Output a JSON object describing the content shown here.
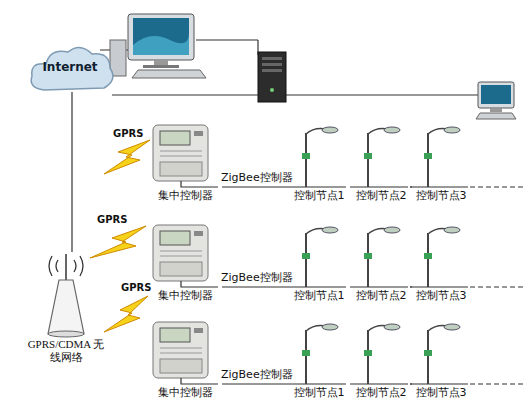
{
  "diagram": {
    "nodes": [
      {
        "text": [
          "Internet"
        ]
      },
      {
        "text": [
          "集中控制器"
        ]
      },
      {
        "text": [
          "控制节点1"
        ]
      },
      {
        "text": [
          "控制节点2"
        ]
      },
      {
        "text": [
          "控制节点3"
        ]
      },
      {
        "text": [
          "集中控制器"
        ]
      },
      {
        "text": [
          "控制节点1"
        ]
      },
      {
        "text": [
          "控制节点2"
        ]
      },
      {
        "text": [
          "控制节点3"
        ]
      },
      {
        "text": [
          "集中控制器"
        ]
      },
      {
        "text": [
          "控制节点1"
        ]
      },
      {
        "text": [
          "控制节点2"
        ]
      },
      {
        "text": [
          "控制节点3"
        ]
      },
      {
        "text": [
          "GPRS/CDMA 无线网络"
        ]
      }
    ],
    "edges": [
      {
        "from": 0,
        "to": 13,
        "arrow": "none"
      },
      {
        "from": 1,
        "to": 2,
        "label": "ZigBee控制器",
        "arrow": "none"
      },
      {
        "from": 2,
        "to": 3,
        "arrow": "none"
      },
      {
        "from": 3,
        "to": 4,
        "arrow": "none"
      },
      {
        "from": 5,
        "to": 6,
        "label": "ZigBee控制器",
        "arrow": "none"
      },
      {
        "from": 6,
        "to": 7,
        "arrow": "none"
      },
      {
        "from": 7,
        "to": 8,
        "arrow": "none"
      },
      {
        "from": 9,
        "to": 10,
        "label": "ZigBee控制器",
        "arrow": "none"
      },
      {
        "from": 10,
        "to": 11,
        "arrow": "none"
      },
      {
        "from": 11,
        "to": 12,
        "arrow": "none"
      }
    ],
    "labels": [
      "GPRS",
      "GPRS",
      "GPRS"
    ]
  }
}
